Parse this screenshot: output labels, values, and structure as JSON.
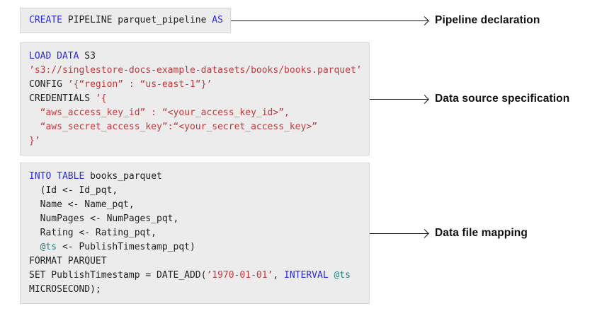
{
  "colors": {
    "keyword": "#2b2bd7",
    "string": "#bf3a3e",
    "variable": "#2a8080",
    "text": "#1f1f1f",
    "boxBg": "#ececec",
    "boxBorder": "#d6d6d6",
    "arrow": "#111111",
    "label": "#111111"
  },
  "blocks": [
    {
      "name": "pipeline-declaration",
      "label": "Pipeline declaration",
      "lines": [
        [
          {
            "t": "CREATE",
            "c": "kw"
          },
          {
            "t": " PIPELINE parquet_pipeline ",
            "c": "pl"
          },
          {
            "t": "AS",
            "c": "kw"
          }
        ]
      ]
    },
    {
      "name": "data-source-specification",
      "label": "Data source specification",
      "lines": [
        [
          {
            "t": "LOAD DATA",
            "c": "kw"
          },
          {
            "t": " S3",
            "c": "pl"
          }
        ],
        [
          {
            "t": "’s3://singlestore-docs-example-datasets/books/books.parquet’",
            "c": "str"
          }
        ],
        [
          {
            "t": "CONFIG ",
            "c": "pl"
          },
          {
            "t": "’{“region” : “us-east-1”}’",
            "c": "str"
          }
        ],
        [
          {
            "t": "CREDENTIALS ",
            "c": "pl"
          },
          {
            "t": "’{",
            "c": "str"
          }
        ],
        [
          {
            "t": "  “aws_access_key_id” : “<your_access_key_id>”,",
            "c": "str"
          }
        ],
        [
          {
            "t": "  “aws_secret_access_key”:“<your_secret_access_key>”",
            "c": "str"
          }
        ],
        [
          {
            "t": "}’",
            "c": "str"
          }
        ]
      ]
    },
    {
      "name": "data-file-mapping",
      "label": "Data file mapping",
      "lines": [
        [
          {
            "t": "INTO TABLE",
            "c": "kw"
          },
          {
            "t": " books_parquet",
            "c": "pl"
          }
        ],
        [
          {
            "t": "  (Id <- Id_pqt,",
            "c": "pl"
          }
        ],
        [
          {
            "t": "  Name <- Name_pqt,",
            "c": "pl"
          }
        ],
        [
          {
            "t": "  NumPages <- NumPages_pqt,",
            "c": "pl"
          }
        ],
        [
          {
            "t": "  Rating <- Rating_pqt,",
            "c": "pl"
          }
        ],
        [
          {
            "t": "  ",
            "c": "pl"
          },
          {
            "t": "@ts",
            "c": "var"
          },
          {
            "t": " <- PublishTimestamp_pqt)",
            "c": "pl"
          }
        ],
        [
          {
            "t": "FORMAT PARQUET",
            "c": "pl"
          }
        ],
        [
          {
            "t": "SET PublishTimestamp = DATE_ADD(",
            "c": "pl"
          },
          {
            "t": "’1970-01-01’",
            "c": "str"
          },
          {
            "t": ", ",
            "c": "pl"
          },
          {
            "t": "INTERVAL",
            "c": "kw"
          },
          {
            "t": " ",
            "c": "pl"
          },
          {
            "t": "@ts",
            "c": "var"
          }
        ],
        [
          {
            "t": "MICROSECOND);",
            "c": "pl"
          }
        ]
      ]
    }
  ]
}
